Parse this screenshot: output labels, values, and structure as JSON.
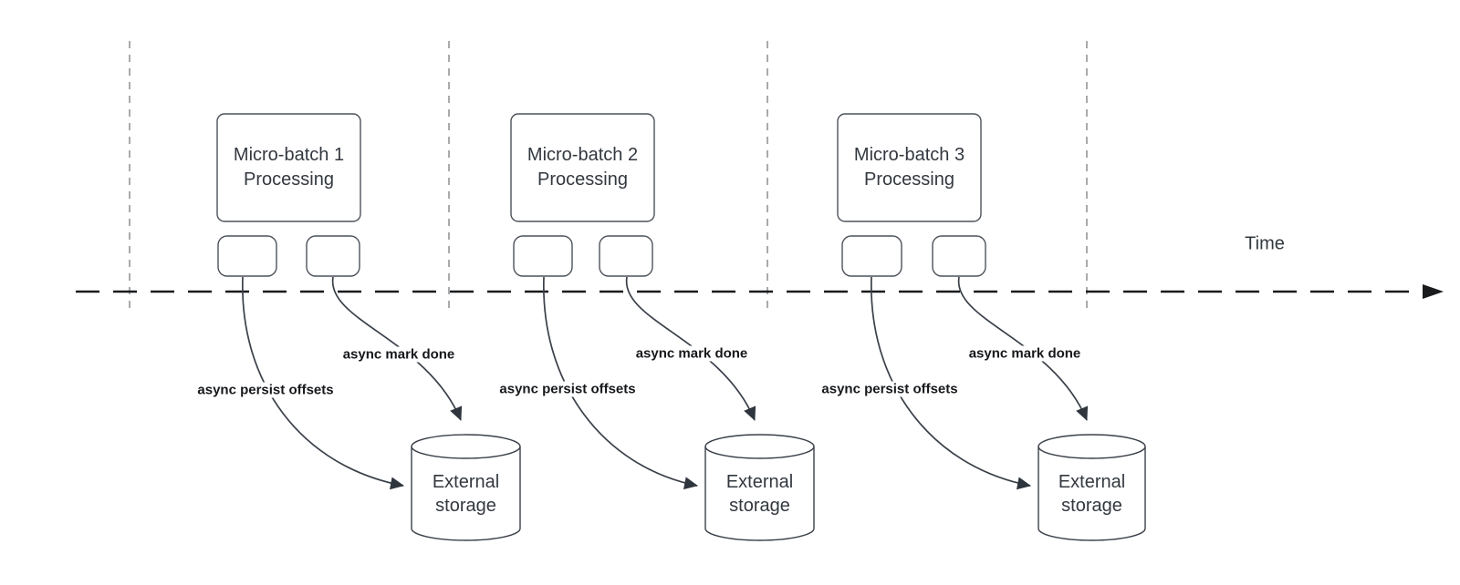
{
  "diagram_title": "micro-batch-async-offset-commit-timeline",
  "time_axis": {
    "label": "Time"
  },
  "groups": [
    {
      "box_label": "Micro-batch 1\nProcessing",
      "persist_label": "async persist offsets",
      "mark_done_label": "async mark done",
      "storage_label": "External\nstorage"
    },
    {
      "box_label": "Micro-batch 2\nProcessing",
      "persist_label": "async persist offsets",
      "mark_done_label": "async mark done",
      "storage_label": "External\nstorage"
    },
    {
      "box_label": "Micro-batch 3\nProcessing",
      "persist_label": "async persist offsets",
      "mark_done_label": "async mark done",
      "storage_label": "External\nstorage"
    }
  ],
  "colors": {
    "background": "#ffffff",
    "node_stroke": "#4d525a",
    "curve_stroke": "#3a4049",
    "timeline_stroke": "#1a1b1d",
    "guide_stroke": "#a9aaac",
    "node_text": "#33383f",
    "edge_label_text": "#16181b"
  }
}
